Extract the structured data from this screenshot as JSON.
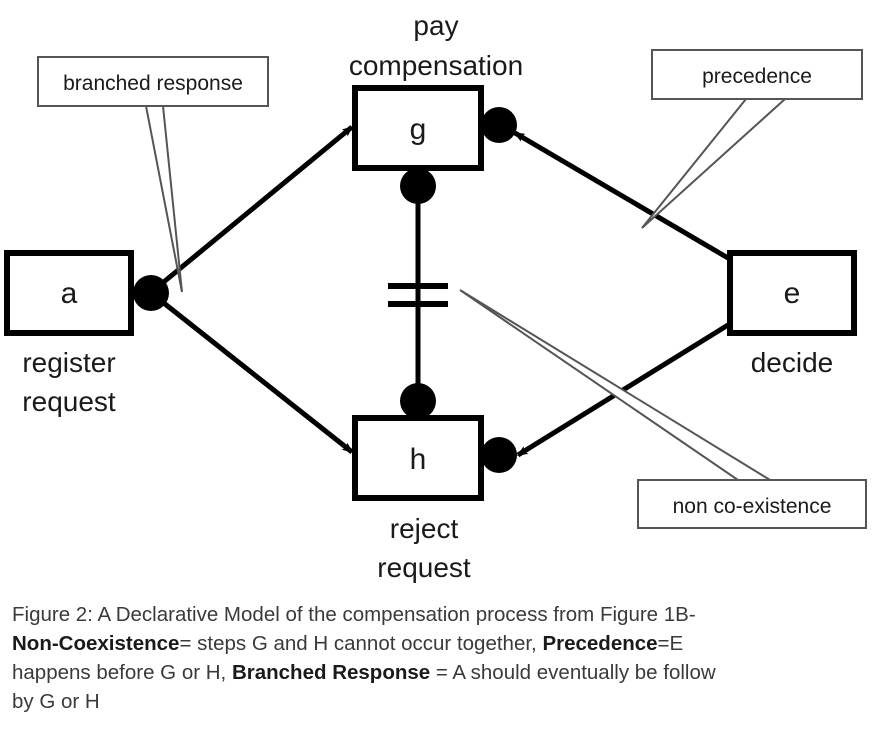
{
  "diagram": {
    "type": "declan-declare-model",
    "nodes": [
      {
        "id": "a",
        "letter": "a",
        "caption_lines": [
          "register",
          "request"
        ],
        "caption_position": "below"
      },
      {
        "id": "g",
        "letter": "g",
        "caption_lines": [
          "pay",
          "compensation"
        ],
        "caption_position": "above"
      },
      {
        "id": "h",
        "letter": "h",
        "caption_lines": [
          "reject",
          "request"
        ],
        "caption_position": "below"
      },
      {
        "id": "e",
        "letter": "e",
        "caption_lines": [
          "decide"
        ],
        "caption_position": "below"
      }
    ],
    "constraints": [
      {
        "id": "branched-response-a-g",
        "from": "a",
        "to": "g",
        "kind": "branched response"
      },
      {
        "id": "branched-response-a-h",
        "from": "a",
        "to": "h",
        "kind": "branched response"
      },
      {
        "id": "precedence-e-g",
        "from": "e",
        "to": "g",
        "kind": "precedence"
      },
      {
        "id": "precedence-e-h",
        "from": "e",
        "to": "h",
        "kind": "precedence"
      },
      {
        "id": "non-co-existence-g-h",
        "from": "g",
        "to": "h",
        "kind": "non co-existence"
      }
    ],
    "callouts": [
      {
        "id": "branched-response",
        "label": "branched response"
      },
      {
        "id": "precedence",
        "label": "precedence"
      },
      {
        "id": "non-co-existence",
        "label": "non co-existence"
      }
    ]
  },
  "figure_caption": {
    "line1_prefix": "Figure 2: A Declarative Model of the compensation process from",
    "line2_prefix": "Figure 1B- ",
    "term1": "Non-Coexistence",
    "line2_mid": "= steps G and H cannot occur",
    "line3_prefix": "together, ",
    "term2": "Precedence",
    "line3_mid": "=E happens before G or H, ",
    "term3": "Branched",
    "line4_prefix": "Response",
    "line4_rest": " = A should eventually be follow by G or H"
  },
  "colors": {
    "stroke": "#000000",
    "callout_border": "#555555",
    "text": "#1a1a1a",
    "caption_text": "#3a3a3a",
    "background": "#ffffff"
  }
}
